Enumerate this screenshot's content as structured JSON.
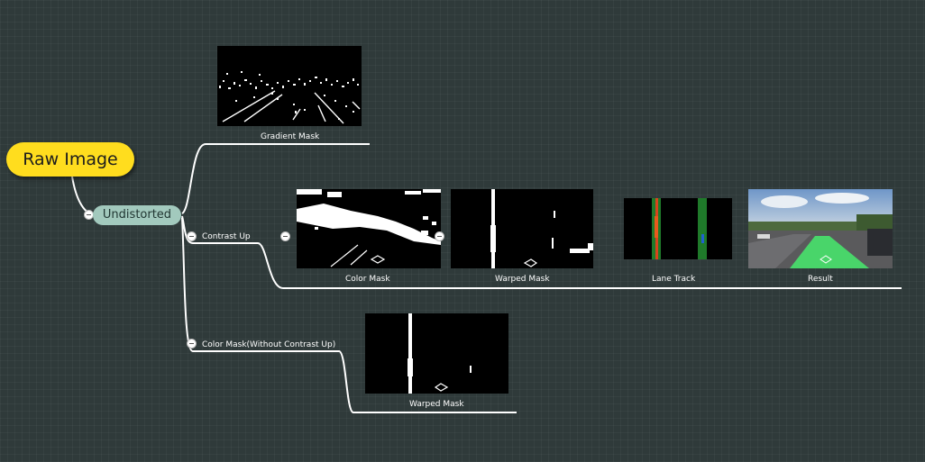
{
  "root": {
    "label": "Raw Image"
  },
  "undistorted": {
    "label": "Undistorted"
  },
  "branches": {
    "gradient": {
      "label": "Gradient Mask"
    },
    "contrast_up": {
      "label": "Contrast Up",
      "steps": [
        "Color Mask",
        "Warped Mask",
        "Lane Track",
        "Result"
      ]
    },
    "no_contrast": {
      "label": "Color Mask(Without Contrast Up)",
      "steps": [
        "Warped Mask"
      ]
    }
  },
  "colors": {
    "background": "#2f3a3a",
    "root_fill": "#ffdd1e",
    "node_fill": "#a2c9bd",
    "connector": "#ffffff"
  }
}
